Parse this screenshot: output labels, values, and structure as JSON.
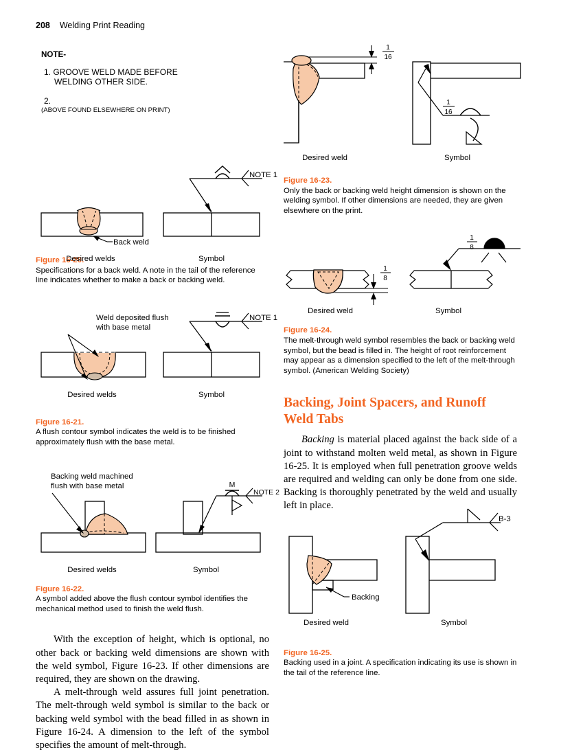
{
  "page": {
    "number": "208",
    "running_head": "Welding Print Reading",
    "accent_color": "#F26522",
    "weld_fill_color": "#F7C9A8"
  },
  "notes_block": {
    "title": "NOTE-",
    "item1": "1. GROOVE WELD MADE BEFORE",
    "item1_cont": "WELDING OTHER SIDE.",
    "item2": "2.",
    "item2_note": "(ABOVE FOUND ELSEWHERE ON PRINT)"
  },
  "figures": {
    "f1620": {
      "label_desired": "Desired welds",
      "label_symbol": "Symbol",
      "callout_backweld": "Back weld",
      "tail_note": "NOTE 1",
      "number": "Figure 16-20.",
      "caption": "Specifications for a back weld. A note in the tail of the reference line indicates whether to make a back or backing weld."
    },
    "f1621": {
      "label_desired": "Desired welds",
      "label_symbol": "Symbol",
      "callout_flush_1": "Weld deposited flush",
      "callout_flush_2": "with base metal",
      "tail_note": "NOTE 1",
      "number": "Figure 16-21.",
      "caption": "A flush contour symbol indicates the weld is to be finished approximately flush with the base metal."
    },
    "f1622": {
      "label_desired": "Desired welds",
      "label_symbol": "Symbol",
      "callout_machined_1": "Backing weld machined",
      "callout_machined_2": "flush with base metal",
      "finish_letter": "M",
      "tail_note": "NOTE 2",
      "number": "Figure 16-22.",
      "caption": "A symbol added above the flush contour symbol identifies the mechanical method used to finish the weld flush."
    },
    "f1623": {
      "label_desired": "Desired weld",
      "label_symbol": "Symbol",
      "dim_numerator": "1",
      "dim_denominator": "16",
      "number": "Figure 16-23.",
      "caption": "Only the back or backing weld height dimension is shown on the welding symbol. If other dimensions are needed, they are given elsewhere on the print."
    },
    "f1624": {
      "label_desired": "Desired weld",
      "label_symbol": "Symbol",
      "dim_numerator": "1",
      "dim_denominator": "8",
      "number": "Figure 16-24.",
      "caption": "The melt-through weld symbol resembles the back or backing weld symbol, but the bead is filled in. The height of root reinforcement may appear as a dimension specified to the left of the melt-through symbol. (American Welding Society)"
    },
    "f1625": {
      "label_desired": "Desired weld",
      "label_symbol": "Symbol",
      "callout_backing": "Backing",
      "tail_note": "B-3",
      "number": "Figure 16-25.",
      "caption": "Backing used in a joint. A specification indicating its use is shown in the tail of the reference line."
    }
  },
  "body": {
    "para1": "With the exception of height, which is optional, no other back or backing weld dimensions are shown with the weld symbol, Figure 16-23. If other dimensions are required, they are shown on the drawing.",
    "para2": "A melt-through weld assures full joint penetration. The melt-through weld symbol is similar to the back or backing weld symbol with the bead filled in as shown in Figure 16-24. A dimension to the left of the symbol specifies the amount of melt-through.",
    "heading": "Backing, Joint Spacers, and Runoff Weld Tabs",
    "para3_lead": "Backing",
    "para3": " is material placed against the back side of a joint to withstand molten weld metal, as shown in Figure 16-25. It is employed when full penetration groove welds are required and welding can only be done from one side. Backing is thoroughly penetrated by the weld and usually left in place."
  }
}
